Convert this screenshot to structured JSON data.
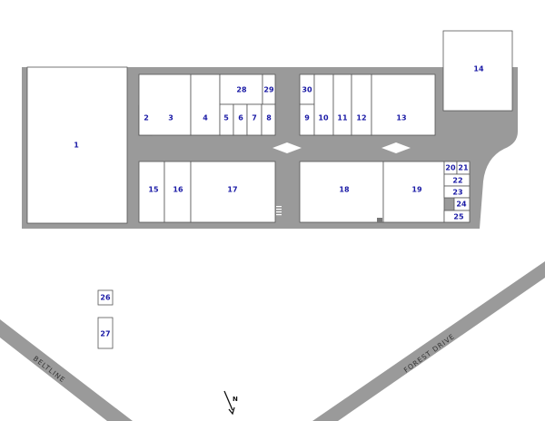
{
  "colors": {
    "lot": "#9a9a9a",
    "road": "#9a9a9a",
    "unit_fill": "#ffffff",
    "unit_stroke": "#555555",
    "label": "#1a1aa6",
    "marker": "#ffffff"
  },
  "units": [
    {
      "id": "1",
      "label": "1"
    },
    {
      "id": "2",
      "label": "2"
    },
    {
      "id": "3",
      "label": "3"
    },
    {
      "id": "4",
      "label": "4"
    },
    {
      "id": "5",
      "label": "5"
    },
    {
      "id": "6",
      "label": "6"
    },
    {
      "id": "7",
      "label": "7"
    },
    {
      "id": "8",
      "label": "8"
    },
    {
      "id": "9",
      "label": "9"
    },
    {
      "id": "10",
      "label": "10"
    },
    {
      "id": "11",
      "label": "11"
    },
    {
      "id": "12",
      "label": "12"
    },
    {
      "id": "13",
      "label": "13"
    },
    {
      "id": "14",
      "label": "14"
    },
    {
      "id": "15",
      "label": "15"
    },
    {
      "id": "16",
      "label": "16"
    },
    {
      "id": "17",
      "label": "17"
    },
    {
      "id": "18",
      "label": "18"
    },
    {
      "id": "19",
      "label": "19"
    },
    {
      "id": "20",
      "label": "20"
    },
    {
      "id": "21",
      "label": "21"
    },
    {
      "id": "22",
      "label": "22"
    },
    {
      "id": "23",
      "label": "23"
    },
    {
      "id": "24",
      "label": "24"
    },
    {
      "id": "25",
      "label": "25"
    },
    {
      "id": "26",
      "label": "26"
    },
    {
      "id": "27",
      "label": "27"
    },
    {
      "id": "28",
      "label": "28"
    },
    {
      "id": "29",
      "label": "29"
    },
    {
      "id": "30",
      "label": "30"
    }
  ],
  "roads": {
    "beltline": "BELTLINE",
    "forest_drive": "FOREST DRIVE"
  },
  "north_arrow": {
    "label": "N",
    "icon": "north-arrow-icon"
  }
}
